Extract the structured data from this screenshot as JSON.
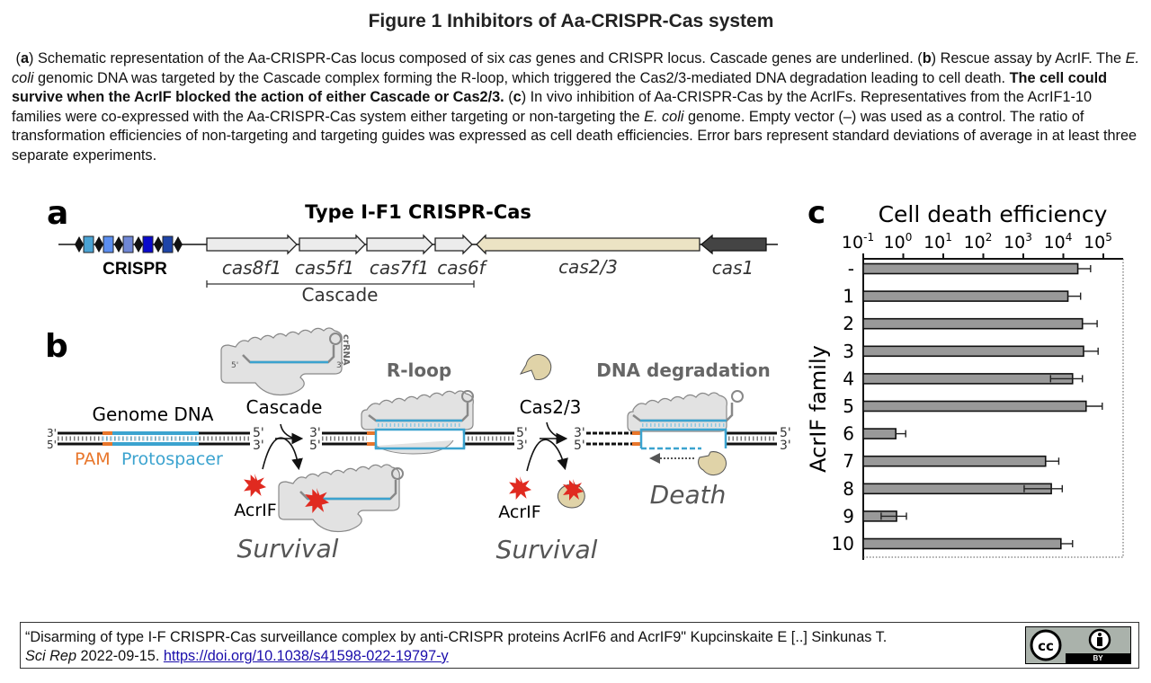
{
  "figure": {
    "title": "Figure 1 Inhibitors of Aa-CRISPR-Cas system",
    "caption": {
      "a_label": "a",
      "a_text": " Schematic representation of the Aa-CRISPR-Cas locus composed of six ",
      "a_italic": "cas",
      "a_text2": " genes and CRISPR locus. Cascade genes are underlined. (",
      "b_label": "b",
      "b_text": ") Rescue assay by AcrIF. The ",
      "b_italic": "E. coli",
      "b_text2": " genomic DNA was targeted by the Cascade complex forming the R-loop, which triggered the Cas2/3-mediated DNA degradation leading to cell death. ",
      "b_bold": "The cell could survive when the AcrIF blocked the action of either Cascade or Cas2/3.",
      "c_pre": " (",
      "c_label": "c",
      "c_text": ") In vivo inhibition of Aa-CRISPR-Cas by the AcrIFs. Representatives from the AcrIF1-10 families were co-expressed with the Aa-CRISPR-Cas system either targeting or non-targeting the ",
      "c_italic": "E. coli",
      "c_text2": " genome. Empty vector (–) was used as a control. The ratio of transformation efficiencies of non-targeting and targeting guides was expressed as cell death efficiencies. Error bars represent standard deviations of average in at least three separate experiments."
    }
  },
  "panel_a": {
    "label": "a",
    "title": "Type I-F1 CRISPR-Cas",
    "crispr_label": "CRISPR",
    "crispr_spacer_colors": [
      "#4aa3d4",
      "#5b8ef0",
      "#6f87d6",
      "#0a0acc",
      "#1e44a8"
    ],
    "genes": [
      {
        "name": "cas8f1",
        "color": "#ececec",
        "direction": "forward"
      },
      {
        "name": "cas5f1",
        "color": "#ececec",
        "direction": "forward"
      },
      {
        "name": "cas7f1",
        "color": "#ececec",
        "direction": "forward"
      },
      {
        "name": "cas6f",
        "color": "#ececec",
        "direction": "forward"
      },
      {
        "name": "cas2/3",
        "color": "#ece3c4",
        "direction": "reverse"
      },
      {
        "name": "cas1",
        "color": "#444444",
        "direction": "reverse"
      }
    ],
    "bracket_label": "Cascade"
  },
  "panel_b": {
    "label": "b",
    "genome_dna": "Genome DNA",
    "pam": "PAM",
    "protospacer": "Protospacer",
    "crrna": "crRNA",
    "cascade": "Cascade",
    "rloop": "R-loop",
    "cas23": "Cas2/3",
    "dna_degradation": "DNA degradation",
    "acrif_1": "AcrIF",
    "acrif_2": "AcrIF",
    "survival_1": "Survival",
    "survival_2": "Survival",
    "death": "Death",
    "end_5": "5'",
    "end_3": "3'",
    "colors": {
      "pam": "#e8762b",
      "protospacer": "#3ba3cf",
      "acrif": "#e02a20",
      "cas23": "#e0d3a8",
      "protein": "#e2e2e2"
    }
  },
  "chart_data": {
    "type": "bar",
    "orientation": "horizontal",
    "title": "Cell death efficiency",
    "xlabel": "",
    "ylabel": "AcrIF family",
    "label": "c",
    "x_scale": "log",
    "xlim": [
      0.1,
      100000
    ],
    "x_ticks": [
      {
        "base": "10",
        "exp": "-1"
      },
      {
        "base": "10",
        "exp": "0"
      },
      {
        "base": "10",
        "exp": "1"
      },
      {
        "base": "10",
        "exp": "2"
      },
      {
        "base": "10",
        "exp": "3"
      },
      {
        "base": "10",
        "exp": "4"
      },
      {
        "base": "10",
        "exp": "5"
      }
    ],
    "categories": [
      "-",
      "1",
      "2",
      "3",
      "4",
      "5",
      "6",
      "7",
      "8",
      "9",
      "10"
    ],
    "values": [
      23000,
      13000,
      30000,
      32000,
      17000,
      37000,
      0.65,
      3600,
      5000,
      0.68,
      8700
    ],
    "error_low": [
      23000,
      13000,
      30000,
      32000,
      4800,
      37000,
      0.65,
      3600,
      1050,
      0.28,
      8700
    ],
    "error_high": [
      48000,
      27000,
      70000,
      74000,
      30000,
      94000,
      1.15,
      7700,
      9400,
      1.2,
      17000
    ],
    "bar_color": "#999999",
    "grid": false
  },
  "citation": {
    "text": "“Disarming of type I-F CRISPR-Cas surveillance complex by anti-CRISPR proteins AcrIF6 and AcrIF9\" Kupcinskaite E [..] Sinkunas T.",
    "journal": "Sci Rep",
    "date": " 2022-09-15. ",
    "doi": "https://doi.org/10.1038/s41598-022-19797-y",
    "license": "BY"
  }
}
